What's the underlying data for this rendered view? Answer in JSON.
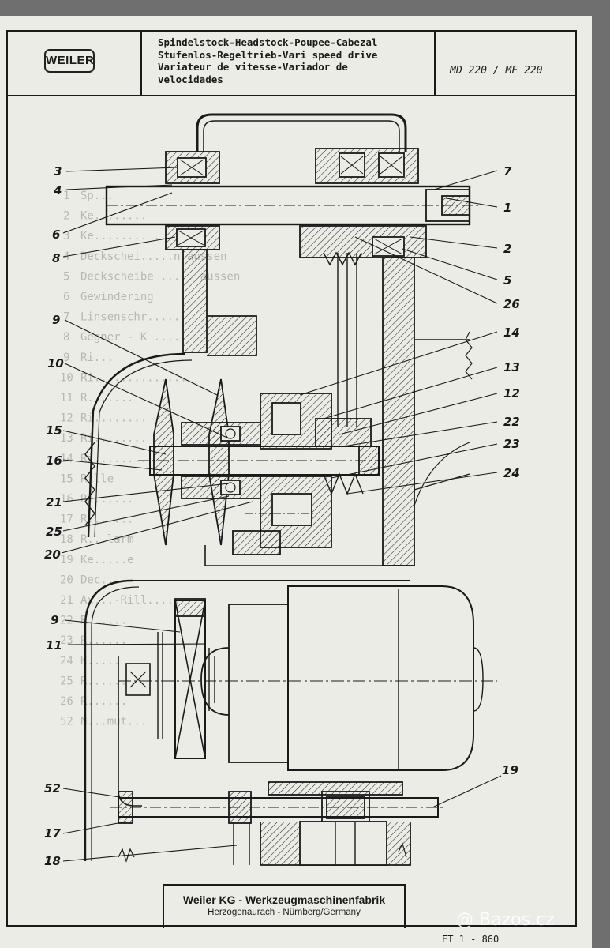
{
  "header": {
    "logo": "WEILER",
    "title_lines": [
      "Spindelstock-Headstock-Poupee-Cabezal",
      "Stufenlos-Regeltrieb-Vari speed drive",
      "Variateur de vitesse-Variador de",
      "velocidades"
    ],
    "model": "MD 220 / MF 220"
  },
  "footer": {
    "company": "Weiler KG - Werkzeugmaschinenfabrik",
    "address": "Herzogenaurach - Nürnberg/Germany"
  },
  "document_number": "ET 1 - 860",
  "watermark": "@ Bazos.cz",
  "part_labels": [
    "3",
    "4",
    "6",
    "8",
    "9",
    "10",
    "15",
    "16",
    "21",
    "25",
    "20",
    "7",
    "1",
    "2",
    "5",
    "26",
    "14",
    "13",
    "12",
    "22",
    "23",
    "24",
    "9",
    "11",
    "52",
    "17",
    "18",
    "19"
  ],
  "parts_list_bleedthrough": [
    {
      "no": "1",
      "text": "Sp..."
    },
    {
      "no": "2",
      "text": "Ke........"
    },
    {
      "no": "3",
      "text": "Ke........ ......en"
    },
    {
      "no": "4",
      "text": "Deckschei.....n aussen"
    },
    {
      "no": "5",
      "text": "Deckscheibe ..... aussen"
    },
    {
      "no": "6",
      "text": "Gewindering"
    },
    {
      "no": "7",
      "text": "Linsenschr....."
    },
    {
      "no": "8",
      "text": "Gegner - K ....."
    },
    {
      "no": "9",
      "text": "Ri..."
    },
    {
      "no": "10",
      "text": "Ri.............."
    },
    {
      "no": "11",
      "text": "R......."
    },
    {
      "no": "12",
      "text": "Ri........"
    },
    {
      "no": "13",
      "text": "Ri........"
    },
    {
      "no": "14",
      "text": "Ri........"
    },
    {
      "no": "15",
      "text": "Rille"
    },
    {
      "no": "16",
      "text": "Ri......"
    },
    {
      "no": "17",
      "text": "R......."
    },
    {
      "no": "18",
      "text": "R...larm"
    },
    {
      "no": "19",
      "text": "Ke.....e"
    },
    {
      "no": "20",
      "text": "Dec..."
    },
    {
      "no": "21",
      "text": "Ax...-Rill....."
    },
    {
      "no": "22",
      "text": "R......"
    },
    {
      "no": "23",
      "text": "R......"
    },
    {
      "no": "24",
      "text": "K....."
    },
    {
      "no": "25",
      "text": "R......"
    },
    {
      "no": "26",
      "text": "R......"
    },
    {
      "no": "52",
      "text": "N...mut..."
    }
  ]
}
